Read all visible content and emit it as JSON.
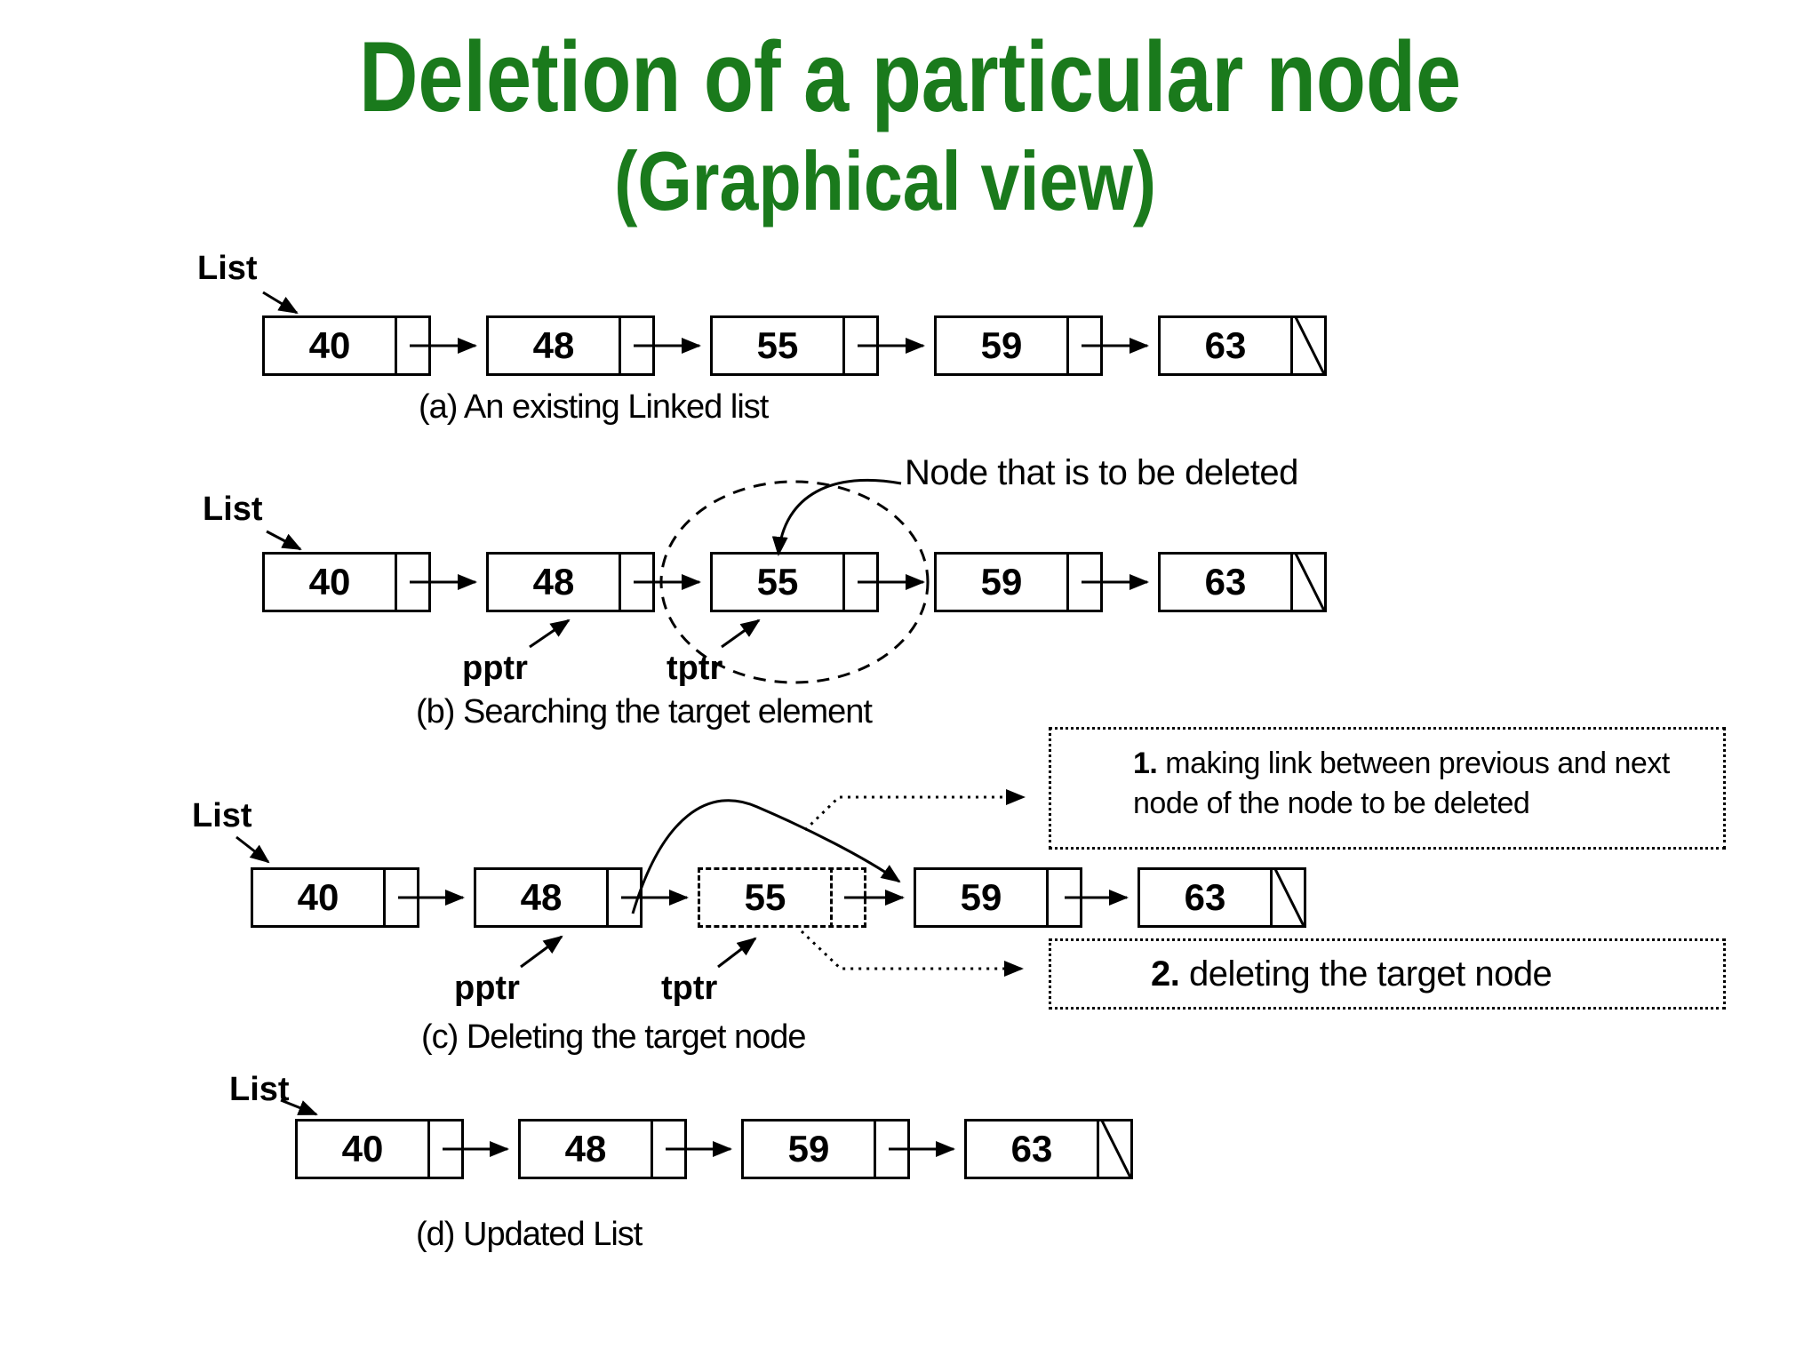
{
  "title": {
    "line1": "Deletion of a particular node",
    "line2": "(Graphical view)"
  },
  "colors": {
    "title_green": "#1a7a1c",
    "diagram_black": "#000000"
  },
  "labels": {
    "list": "List",
    "pptr": "pptr",
    "tptr": "tptr",
    "node_note": "Node that is to be deleted"
  },
  "captions": {
    "a": "(a) An existing Linked list",
    "b": "(b) Searching the target element",
    "c": "(c) Deleting the target node",
    "d": "(d) Updated List"
  },
  "annotations": {
    "box1": {
      "prefix": "1.",
      "line1": " making link between previous and next",
      "line2": "node of the node to be deleted"
    },
    "box2": {
      "prefix": "2.",
      "text": " deleting the target node"
    }
  },
  "rows": {
    "a": {
      "values": [
        "40",
        "48",
        "55",
        "59",
        "63"
      ]
    },
    "b": {
      "values": [
        "40",
        "48",
        "55",
        "59",
        "63"
      ],
      "target_value": "55"
    },
    "c": {
      "values": [
        "40",
        "48",
        "55",
        "59",
        "63"
      ],
      "deleted_value": "55"
    },
    "d": {
      "values": [
        "40",
        "48",
        "59",
        "63"
      ]
    }
  }
}
